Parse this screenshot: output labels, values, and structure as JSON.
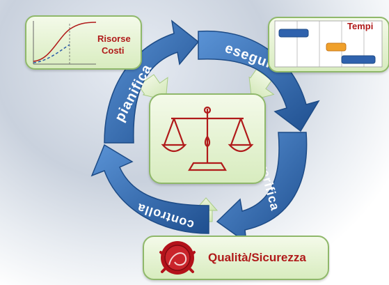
{
  "cycle": {
    "steps": [
      {
        "label": "pianifica"
      },
      {
        "label": "esegui"
      },
      {
        "label": "verifica"
      },
      {
        "label": "controlla"
      }
    ]
  },
  "panels": {
    "resources": {
      "line1": "Risorse",
      "line2": "Costi"
    },
    "schedule": {
      "title": "Tempi"
    },
    "quality": {
      "title": "Qualità/Sicurezza"
    }
  },
  "icons": {
    "center": "balance-scale-icon",
    "quality": "wax-seal-icon",
    "resources": "line-chart-icon",
    "schedule": "gantt-chart-icon"
  },
  "colors": {
    "arrow_blue": "#3d76be",
    "arrow_dark": "#1f4f8f",
    "panel_green": "#d8ecbf",
    "label_red": "#b01a1a",
    "seal_red": "#b3121a"
  }
}
